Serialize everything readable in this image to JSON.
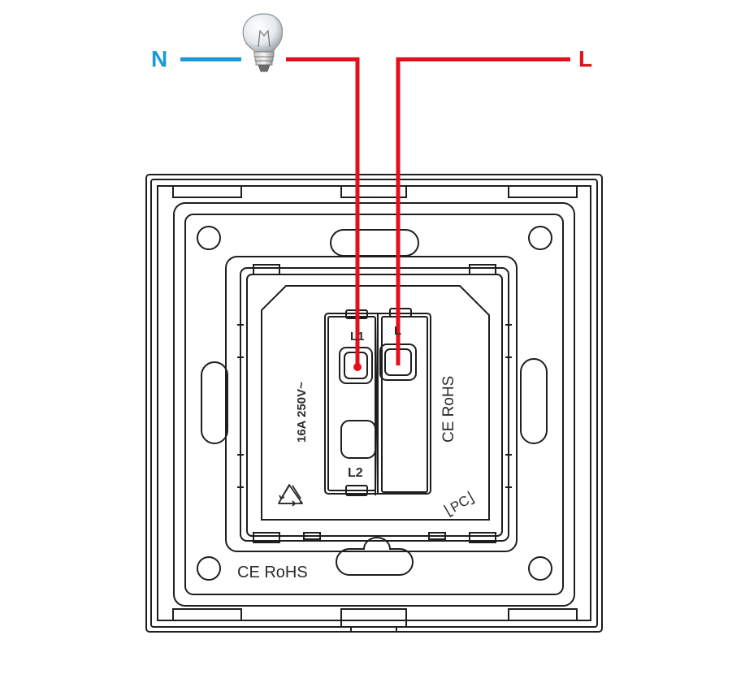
{
  "wiring": {
    "neutral_label": "N",
    "live_label": "L",
    "neutral_color": "#1a9ad6",
    "live_color": "#e3101c"
  },
  "switch": {
    "terminal_l1": "L1",
    "terminal_l": "L",
    "terminal_l2": "L2",
    "rating": "16A 250V~",
    "cert_side": "CE RoHS",
    "cert_bottom": "CE RoHS",
    "material_mark": "PC",
    "recycle_symbol": "recycle-icon",
    "lamp_symbol": "light-bulb-icon"
  }
}
